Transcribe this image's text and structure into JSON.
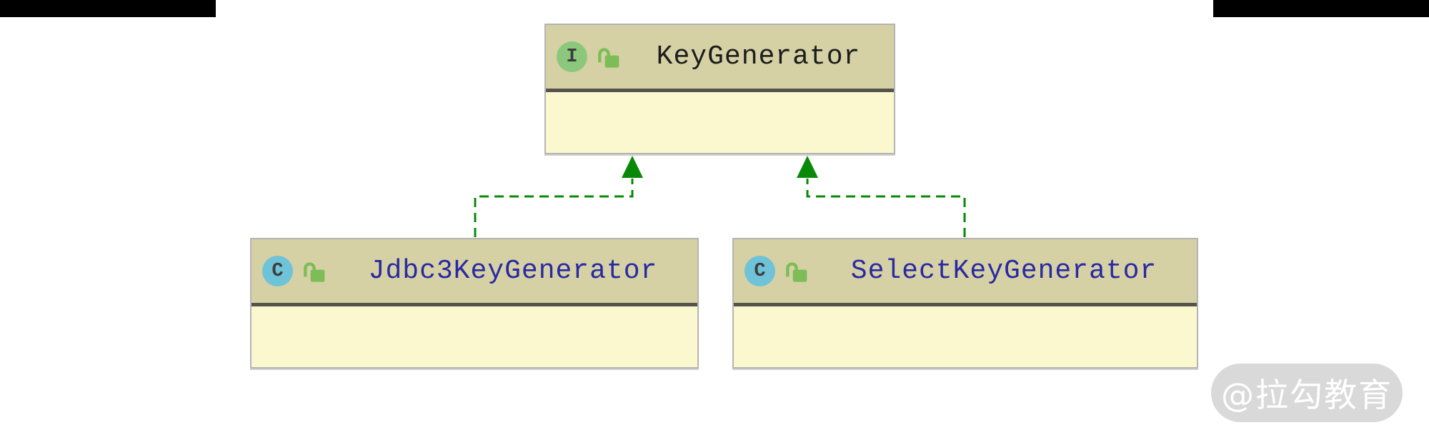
{
  "diagram": {
    "type": "uml-class-diagram",
    "nodes": [
      {
        "id": "keygenerator",
        "name": "KeyGenerator",
        "kind": "interface",
        "badge": "I",
        "visibility": "public",
        "visibility_icon": "unlock-icon"
      },
      {
        "id": "jdbc3keygenerator",
        "name": "Jdbc3KeyGenerator",
        "kind": "class",
        "badge": "C",
        "visibility": "public",
        "visibility_icon": "unlock-icon"
      },
      {
        "id": "selectkeygenerator",
        "name": "SelectKeyGenerator",
        "kind": "class",
        "badge": "C",
        "visibility": "public",
        "visibility_icon": "unlock-icon"
      }
    ],
    "edges": [
      {
        "from": "Jdbc3KeyGenerator",
        "to": "KeyGenerator",
        "type": "implements",
        "line": "dashed",
        "arrow": "solid-triangle"
      },
      {
        "from": "SelectKeyGenerator",
        "to": "KeyGenerator",
        "type": "implements",
        "line": "dashed",
        "arrow": "solid-triangle"
      }
    ],
    "colors": {
      "node_header": "#d5d1a5",
      "node_body": "#fbf8d0",
      "node_border": "#b4b4b4",
      "header_separator": "#54544c",
      "interface_badge_green": "#8cc87c",
      "class_badge_blue": "#6fc3d8",
      "lock_green": "#7cbd57",
      "edge_green": "#088a08",
      "class_name_text": "#2929a3",
      "interface_name_text": "#1c1c1c"
    }
  },
  "watermark": {
    "text": "@拉勾教育"
  }
}
